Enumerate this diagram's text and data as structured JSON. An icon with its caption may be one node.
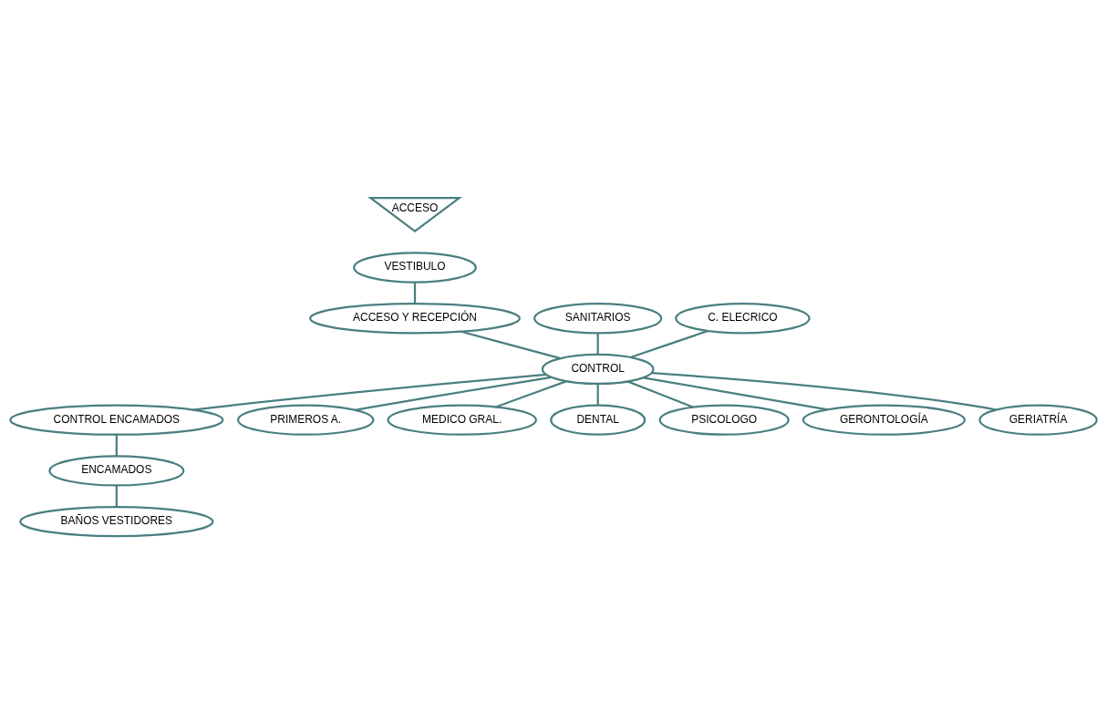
{
  "diagram": {
    "nodes": [
      {
        "text": [
          "ACCESO"
        ]
      },
      {
        "text": [
          "VESTIBULO"
        ]
      },
      {
        "text": [
          "ACCESO Y RECEPCIÓN"
        ]
      },
      {
        "text": [
          "SANITARIOS"
        ]
      },
      {
        "text": [
          "CONTROL"
        ]
      },
      {
        "text": [
          "C. ELECRICO"
        ]
      },
      {
        "text": [
          "CONTROL ENCAMADOS"
        ]
      },
      {
        "text": [
          "ENCAMADOS"
        ]
      },
      {
        "text": [
          "BAÑOS VESTIDORES"
        ]
      },
      {
        "text": [
          "PRIMEROS A."
        ]
      },
      {
        "text": [
          "MEDICO GRAL."
        ]
      },
      {
        "text": [
          "DENTAL"
        ]
      },
      {
        "text": [
          "PSICOLOGO"
        ]
      },
      {
        "text": [
          "GERONTOLOGÍA"
        ]
      },
      {
        "text": [
          "GERIATRÍA"
        ]
      }
    ],
    "edges": [
      {
        "from": 1,
        "to": 2,
        "arrow": "none"
      },
      {
        "from": 2,
        "to": 4,
        "arrow": "none"
      },
      {
        "from": 3,
        "to": 4,
        "arrow": "none"
      },
      {
        "from": 5,
        "to": 4,
        "arrow": "none"
      },
      {
        "from": 4,
        "to": 6,
        "arrow": "none"
      },
      {
        "from": 6,
        "to": 7,
        "arrow": "none"
      },
      {
        "from": 7,
        "to": 8,
        "arrow": "none"
      },
      {
        "from": 4,
        "to": 9,
        "arrow": "none"
      },
      {
        "from": 4,
        "to": 10,
        "arrow": "none"
      },
      {
        "from": 4,
        "to": 11,
        "arrow": "none"
      },
      {
        "from": 4,
        "to": 12,
        "arrow": "none"
      },
      {
        "from": 4,
        "to": 13,
        "arrow": "none"
      },
      {
        "from": 4,
        "to": 14,
        "arrow": "none"
      }
    ]
  }
}
